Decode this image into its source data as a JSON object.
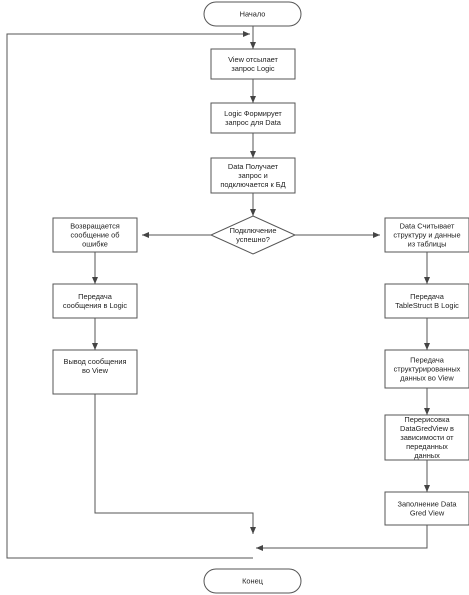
{
  "diagram": {
    "nodes": {
      "start": {
        "lines": [
          "Начало"
        ]
      },
      "view_sends": {
        "lines": [
          "View отсылает",
          "запрос Logic"
        ]
      },
      "logic_forms": {
        "lines": [
          "Logic Формирует",
          "запрос для Data"
        ]
      },
      "data_receives": {
        "lines": [
          "Data Получает",
          "запрос и",
          "подключается к БД"
        ]
      },
      "decision": {
        "lines": [
          "Подключение",
          "успешно?"
        ]
      },
      "error_returned": {
        "lines": [
          "Возвращается",
          "сообщение об",
          "ошибке"
        ]
      },
      "pass_message": {
        "lines": [
          "Передача",
          "сообщения в Logic"
        ]
      },
      "output_message": {
        "lines": [
          "Вывод сообщения",
          "во View"
        ]
      },
      "data_reads": {
        "lines": [
          "Data Считывает",
          "структуру и данные",
          "из таблицы"
        ]
      },
      "pass_tablestruct": {
        "lines": [
          "Передача",
          "TableStruct В Logic"
        ]
      },
      "pass_structured": {
        "lines": [
          "Передача",
          "структурированных",
          "данных во View"
        ]
      },
      "redraw": {
        "lines": [
          "Перерисовка",
          "DataGredView в",
          "зависимости от",
          "переданных",
          "данных"
        ]
      },
      "fill_grid": {
        "lines": [
          "Заполнение Data",
          "Gred View"
        ]
      },
      "end": {
        "lines": [
          "Конец"
        ]
      }
    }
  },
  "colors": {
    "node_fill": "#ffffff",
    "stroke": "#555555",
    "text": "#222222"
  }
}
